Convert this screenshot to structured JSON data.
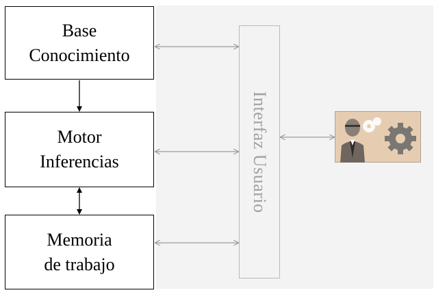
{
  "diagram": {
    "nodes": {
      "knowledge_base": {
        "label": "Base\nConocimiento"
      },
      "inference_engine": {
        "label": "Motor\nInferencias"
      },
      "working_memory": {
        "label": "Memoria\nde trabajo"
      },
      "user_interface": {
        "label": "Interfaz Usuario"
      }
    },
    "user_image": {
      "icon": "user-gears-icon"
    },
    "colors": {
      "box_border": "#000000",
      "interface_border": "#b8b8b8",
      "interface_text": "#a0a0a0",
      "shaded_area": "#f3f3f3",
      "connector_gray": "#9a9a9a"
    }
  }
}
